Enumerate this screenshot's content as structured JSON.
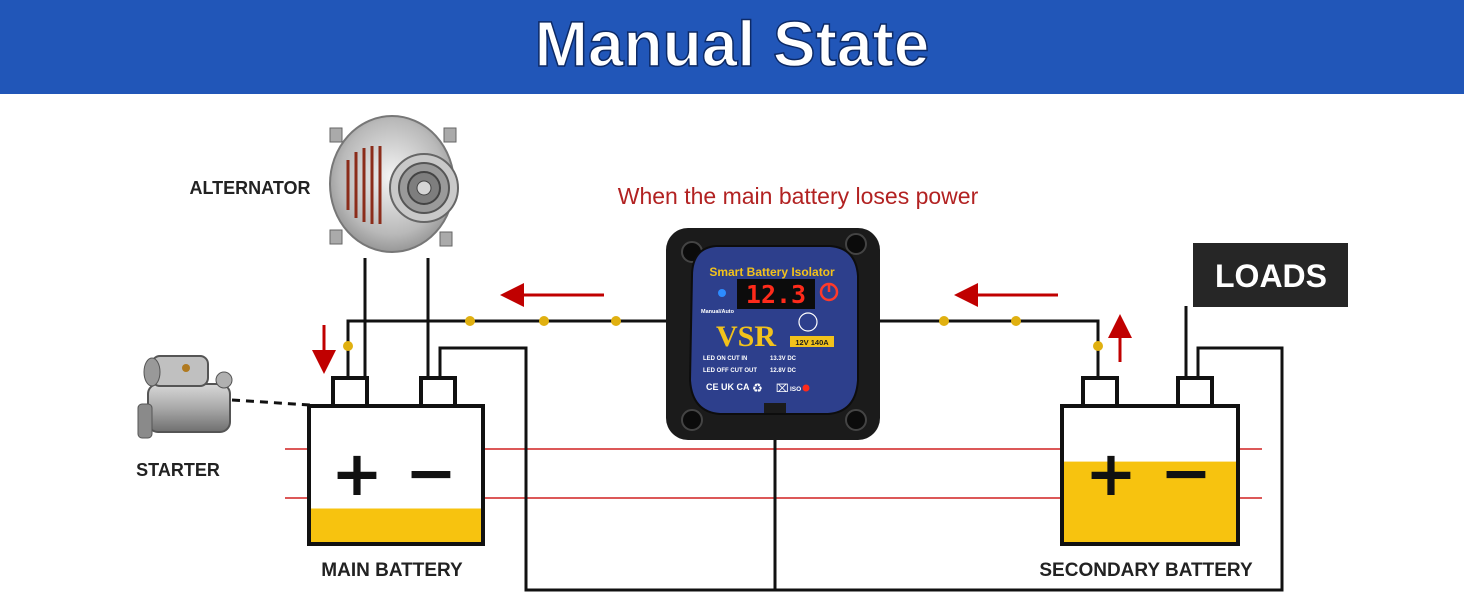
{
  "header": {
    "title": "Manual State"
  },
  "annotation": {
    "text": "When the main battery loses power"
  },
  "labels": {
    "alternator": "ALTERNATOR",
    "starter": "STARTER",
    "main_battery": "MAIN BATTERY",
    "secondary_battery": "SECONDARY BATTERY",
    "loads": "LOADS"
  },
  "batteries": {
    "main": {
      "plus": "+",
      "minus": "−",
      "charge_level": 0.25
    },
    "secondary": {
      "plus": "+",
      "minus": "−",
      "charge_level": 0.6
    }
  },
  "device": {
    "title": "Smart Battery Isolator",
    "display": "12.3",
    "brand": "VSR",
    "button_label": "Manual/Auto",
    "rating": "12V 140A",
    "spec_on_label": "LED ON CUT IN",
    "spec_on_value": "13.3V DC",
    "spec_off_label": "LED OFF CUT OUT",
    "spec_off_value": "12.8V DC",
    "certs": "CE UK CA",
    "iso": "ISO"
  },
  "colors": {
    "banner": "#2156b8",
    "annotation": "#b22222",
    "arrow": "#c00000",
    "battery_fill": "#f7c30f",
    "wire": "#111111",
    "node": "#e0b010",
    "device_face": "#2d3f8c",
    "device_body": "#1b1b1b",
    "display_red": "#ff2a1a",
    "brand_yellow": "#f2c21b"
  }
}
